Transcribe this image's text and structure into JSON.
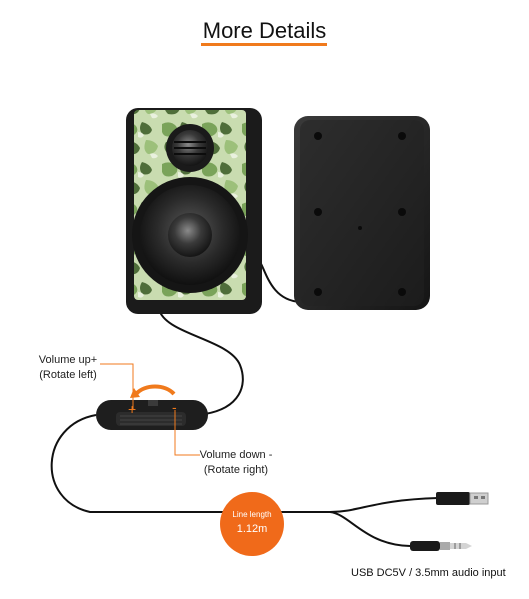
{
  "header": {
    "title": "More Details"
  },
  "labels": {
    "volume_up_line1": "Volume up+",
    "volume_up_line2": "(Rotate left)",
    "volume_down_line1": "Volume down -",
    "volume_down_line2": "(Rotate right)",
    "line_length_title": "Line length",
    "line_length_value": "1.12m",
    "ports": "USB DC5V / 3.5mm audio input"
  },
  "colors": {
    "accent": "#f07a1c",
    "speaker_body": "#1b1b1b",
    "camo": "#8fb46a"
  }
}
